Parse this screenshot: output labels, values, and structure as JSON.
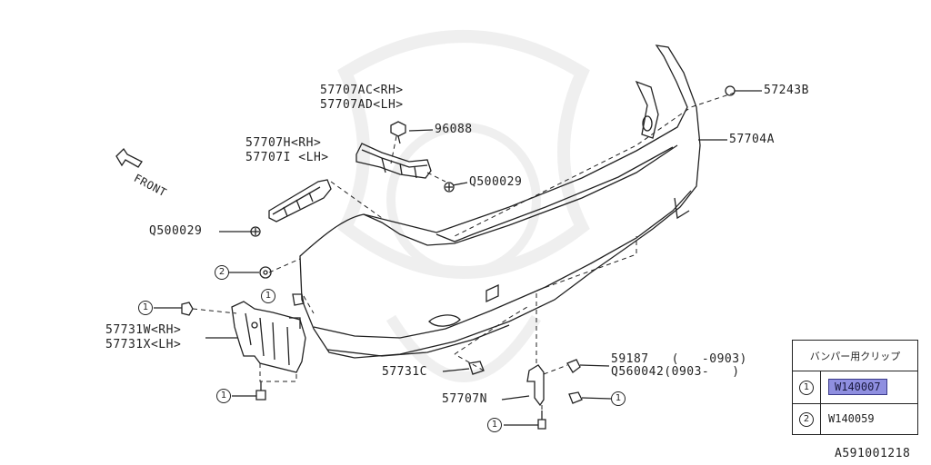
{
  "labels": {
    "p57707ac": "57707AC<RH>",
    "p57707ad": "57707AD<LH>",
    "p96088": "96088",
    "p57707h": "57707H<RH>",
    "p57707i": "57707I <LH>",
    "front": "FRONT",
    "q500029_right": "Q500029",
    "q500029_left": "Q500029",
    "p57243b": "57243B",
    "p57704a": "57704A",
    "p57731w": "57731W<RH>",
    "p57731x": "57731X<LH>",
    "p59187": "59187   (   -0903)",
    "q560042": "Q560042(0903-   )",
    "p57731c": "57731C",
    "p57707n": "57707N"
  },
  "callouts": {
    "c1": "1",
    "c2": "2"
  },
  "clip_table": {
    "header": "バンパー用クリップ",
    "rows": [
      {
        "num": "1",
        "value": "W140007"
      },
      {
        "num": "2",
        "value": "W140059"
      }
    ]
  },
  "image_id": "A591001218",
  "colors": {
    "line": "#222222",
    "highlight": "#8f8fe0"
  }
}
